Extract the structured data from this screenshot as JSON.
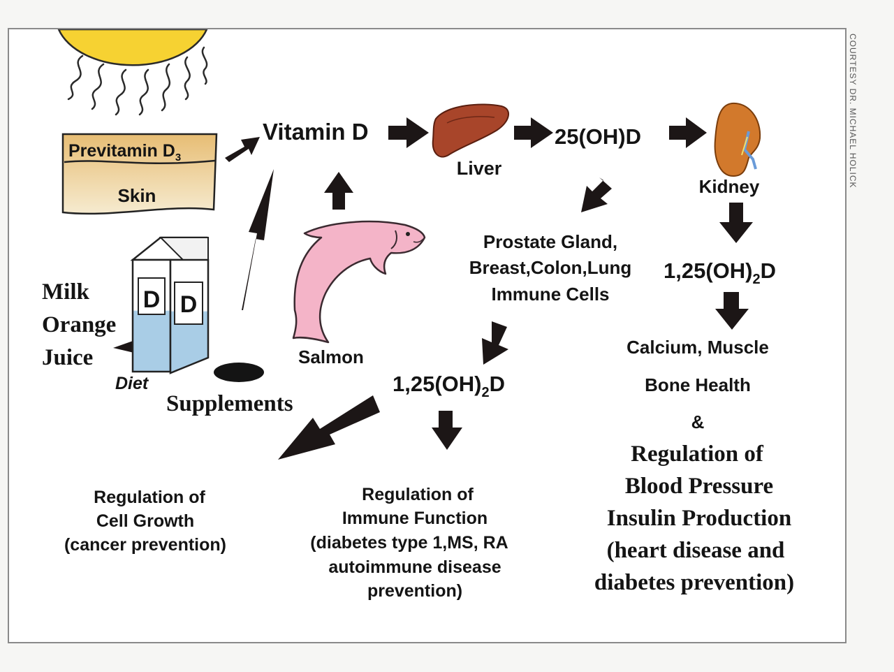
{
  "credit": "COURTESY DR. MICHAEL HOLICK",
  "skin": {
    "previtamin_text": "Previtamin D",
    "previtamin_sub": "3",
    "skin_label": "Skin"
  },
  "vitamin_d": "Vitamin D",
  "liver": "Liver",
  "calcidiol": "25(OH)D",
  "kidney": "Kidney",
  "calcitriol_kidney": {
    "prefix": "1,25(OH)",
    "sub": "2",
    "suffix": "D"
  },
  "calcitriol_tissue": {
    "prefix": "1,25(OH)",
    "sub": "2",
    "suffix": "D"
  },
  "tissues": [
    "Prostate Gland,",
    "Breast,Colon,Lung",
    "Immune Cells"
  ],
  "diet": {
    "milk": "Milk",
    "orange": "Orange",
    "juice": "Juice",
    "diet_label": "Diet",
    "carton_letter": "D"
  },
  "supplements": "Supplements",
  "salmon": "Salmon",
  "outcome_cell": [
    "Regulation of",
    "Cell Growth",
    "(cancer prevention)"
  ],
  "outcome_immune": [
    "Regulation of",
    "Immune Function",
    "(diabetes type 1,MS, RA",
    "autoimmune disease",
    "prevention)"
  ],
  "outcome_calcium": [
    "Calcium, Muscle",
    "Bone Health",
    "&"
  ],
  "outcome_bp": [
    "Regulation of",
    "Blood Pressure",
    "Insulin Production",
    "(heart disease and",
    "diabetes prevention)"
  ],
  "colors": {
    "arrow": "#1c1616",
    "sun": "#f6d232",
    "skin_tan": "#e9c283",
    "liver": "#a8452a",
    "kidney": "#d2792c",
    "carton": "#a9cde6",
    "salmon": "#f4b4c8"
  }
}
